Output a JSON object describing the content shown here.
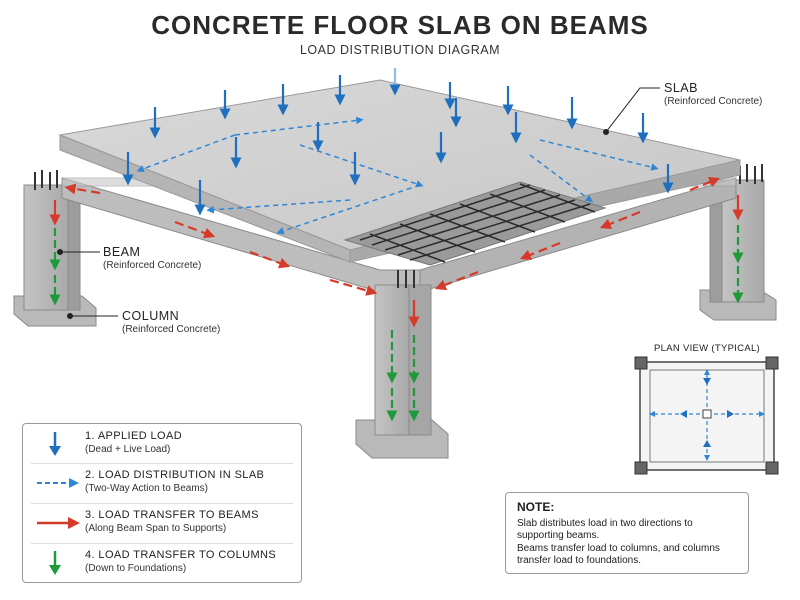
{
  "title": "CONCRETE FLOOR SLAB ON BEAMS",
  "subtitle": "LOAD DISTRIBUTION DIAGRAM",
  "callouts": {
    "slab": {
      "label": "SLAB",
      "sub": "(Reinforced Concrete)"
    },
    "beam": {
      "label": "BEAM",
      "sub": "(Reinforced Concrete)"
    },
    "column": {
      "label": "COLUMN",
      "sub": "(Reinforced Concrete)"
    }
  },
  "legend": {
    "items": [
      {
        "label": "1.  APPLIED LOAD",
        "sub": "(Dead + Live Load)",
        "icon": "blue-down-arrow-icon"
      },
      {
        "label": "2.  LOAD DISTRIBUTION IN SLAB",
        "sub": "(Two-Way Action to Beams)",
        "icon": "blue-dashed-arrow-icon"
      },
      {
        "label": "3.  LOAD TRANSFER TO BEAMS",
        "sub": "(Along Beam Span to Supports)",
        "icon": "red-right-arrow-icon"
      },
      {
        "label": "4.  LOAD TRANSFER TO COLUMNS",
        "sub": "(Down to Foundations)",
        "icon": "green-down-arrow-icon"
      }
    ]
  },
  "plan_view": {
    "title": "PLAN VIEW (TYPICAL)"
  },
  "note": {
    "title": "NOTE:",
    "line1": "Slab distributes load in two directions to supporting beams.",
    "line2": "Beams transfer load to columns, and columns transfer load to foundations."
  },
  "colors": {
    "applied_load": "#1f6fbf",
    "slab_distribution": "#2f86d6",
    "beam_transfer": "#d63a2a",
    "column_transfer": "#1f9a3a",
    "concrete": "#cfcfcf"
  }
}
